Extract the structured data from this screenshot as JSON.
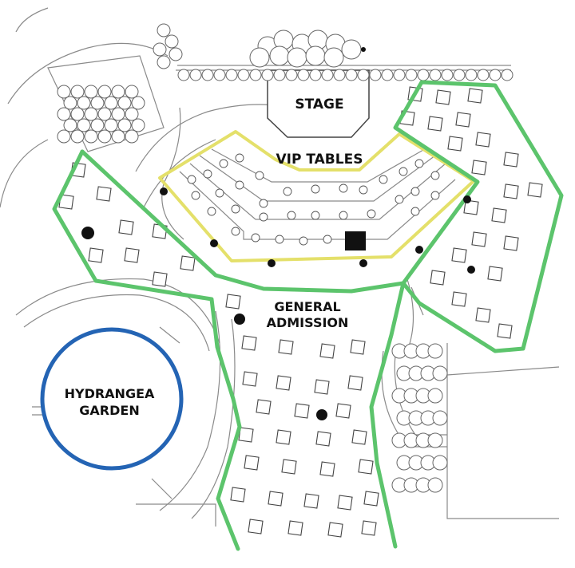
{
  "map": {
    "labels": {
      "stage": "STAGE",
      "vip": "VIP TABLES",
      "general_line1": "GENERAL",
      "general_line2": "ADMISSION",
      "garden_line1": "HYDRANGEA",
      "garden_line2": "GARDEN"
    },
    "colors": {
      "vip_outline": "#e4e06a",
      "general_outline": "#5cc46c",
      "garden_outline": "#2464b4",
      "background": "#ffffff",
      "linework": "#8a8a8a",
      "marker": "#111111"
    },
    "icons": [
      "tree-icon",
      "table-icon",
      "round-table-icon",
      "marker-dot-icon"
    ]
  }
}
